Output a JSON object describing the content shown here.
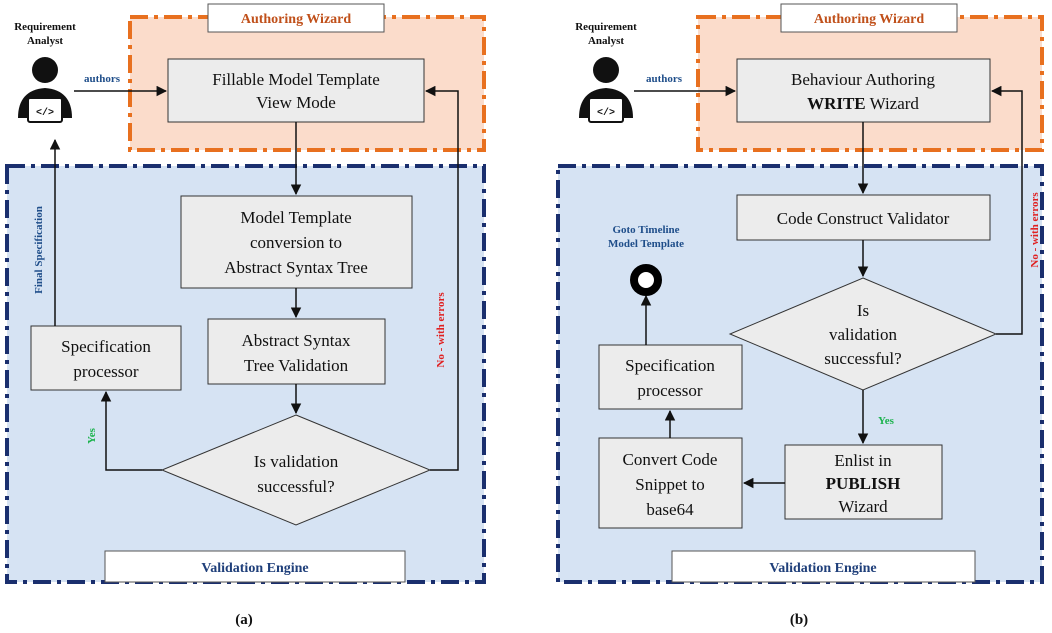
{
  "panel_a": {
    "actor": {
      "line1": "Requirement",
      "line2": "Analyst"
    },
    "authoring_title": "Authoring Wizard",
    "validation_title": "Validation Engine",
    "label_authors": "authors",
    "label_final_spec": "Final Specification",
    "label_no_errors": "No - with errors",
    "label_yes": "Yes",
    "box_fillable": {
      "line1": "Fillable Model Template",
      "line2": "View Mode"
    },
    "box_conversion": {
      "line1": "Model Template",
      "line2": "conversion to",
      "line3": "Abstract Syntax Tree"
    },
    "box_ast_validation": {
      "line1": "Abstract Syntax",
      "line2": "Tree Validation"
    },
    "box_spec_processor": {
      "line1": "Specification",
      "line2": "processor"
    },
    "decision": {
      "line1": "Is validation",
      "line2": "successful?"
    },
    "caption": "(a)"
  },
  "panel_b": {
    "actor": {
      "line1": "Requirement",
      "line2": "Analyst"
    },
    "authoring_title": "Authoring Wizard",
    "validation_title": "Validation Engine",
    "label_authors": "authors",
    "label_no_errors": "No - with errors",
    "label_yes": "Yes",
    "goto": {
      "line1": "Goto Timeline",
      "line2": "Model Template"
    },
    "box_behaviour": {
      "line1": "Behaviour Authoring",
      "line2_bold": "WRITE",
      "line2_rest": " Wizard"
    },
    "box_code_validator": {
      "line1": "Code Construct Validator"
    },
    "decision": {
      "line1": "Is",
      "line2": "validation",
      "line3": "successful?"
    },
    "box_spec_processor": {
      "line1": "Specification",
      "line2": "processor"
    },
    "box_convert": {
      "line1": "Convert Code",
      "line2": "Snippet to",
      "line3": "base64"
    },
    "box_enlist": {
      "line1": "Enlist in",
      "line2": "PUBLISH",
      "line3": "Wizard"
    },
    "caption": "(b)"
  },
  "colors": {
    "authoring_fill": "#fbdccb",
    "authoring_border": "#e8701f",
    "authoring_title": "#c0501a",
    "validation_fill": "#d6e3f3",
    "validation_border": "#1a2f6e",
    "validation_title": "#1f3f7a",
    "node_fill": "#ececec",
    "node_border": "#333333",
    "label_blue": "#1f4e8a",
    "label_red": "#e02020",
    "label_green": "#1db34e"
  }
}
